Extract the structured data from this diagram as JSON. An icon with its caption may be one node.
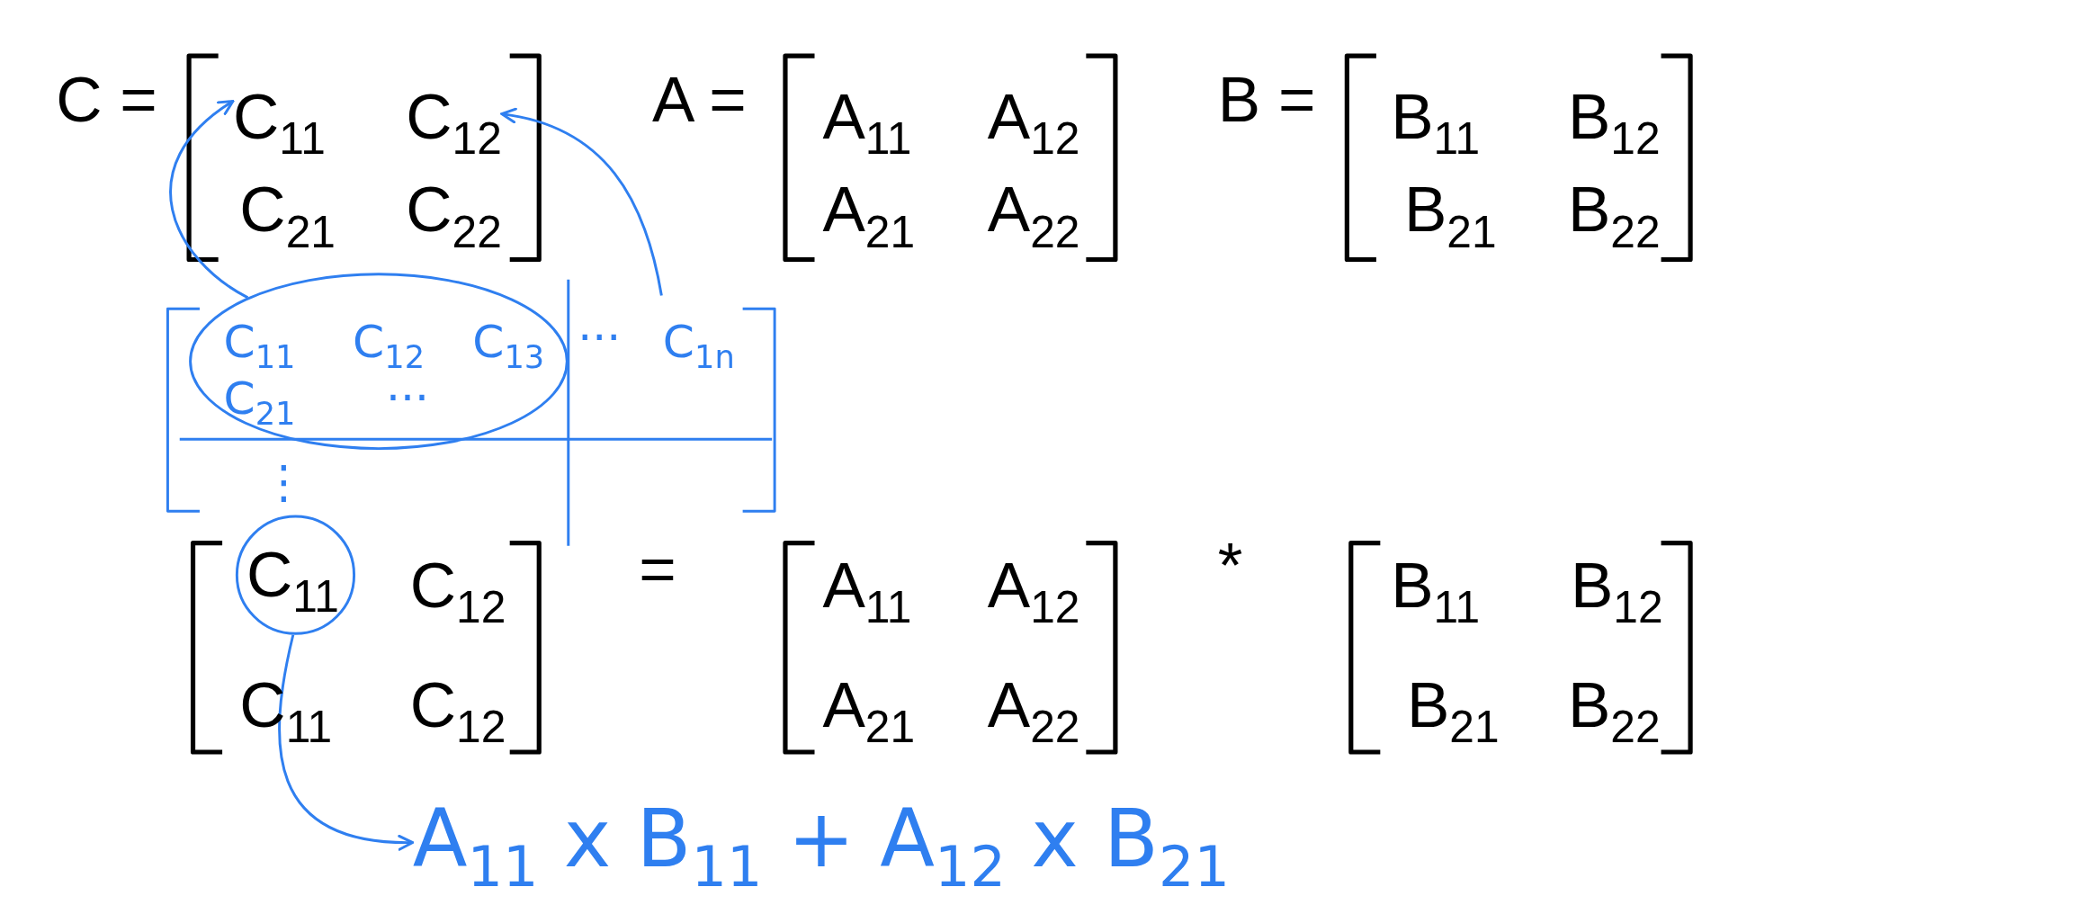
{
  "diagram": {
    "nodes": [
      {
        "text": [
          "C$_{11}$"
        ]
      },
      {
        "text": [
          "C$_{12}$"
        ]
      },
      {
        "text": [],
        "shape": "ellipse"
      },
      {
        "text": [
          "C$_{11}$"
        ]
      },
      {
        "text": [
          "A$_{11}$ x B$_{11}$ + A$_{12}$ x B$_{21}$"
        ]
      }
    ],
    "edges": [
      {
        "from": 2,
        "to": 0,
        "arrow": "to"
      },
      {
        "from": null,
        "to": 1,
        "arrow": "to"
      },
      {
        "from": 3,
        "to": 4,
        "arrow": "to"
      }
    ],
    "labels": [
      "C =",
      "A =",
      "A$_{11}$",
      "A$_{12}$",
      "B =",
      "B$_{11}$",
      "B$_{12}$",
      "C$_{21}$",
      "C$_{22}$",
      "A$_{21}$",
      "A$_{22}$",
      "B$_{21}$",
      "B$_{22}$",
      "C$_{11}$",
      "C$_{12}$",
      "C$_{13}$",
      "···",
      "C$_{1n}$",
      "C$_{21}$",
      "···",
      "⋮",
      "C$_{12}$",
      "=",
      "A$_{11}$",
      "A$_{12}$",
      "*",
      "B$_{11}$",
      "B$_{12}$",
      "C$_{11}$",
      "C$_{12}$",
      "A$_{21}$",
      "A$_{22}$",
      "B$_{21}$",
      "B$_{22}$"
    ]
  }
}
